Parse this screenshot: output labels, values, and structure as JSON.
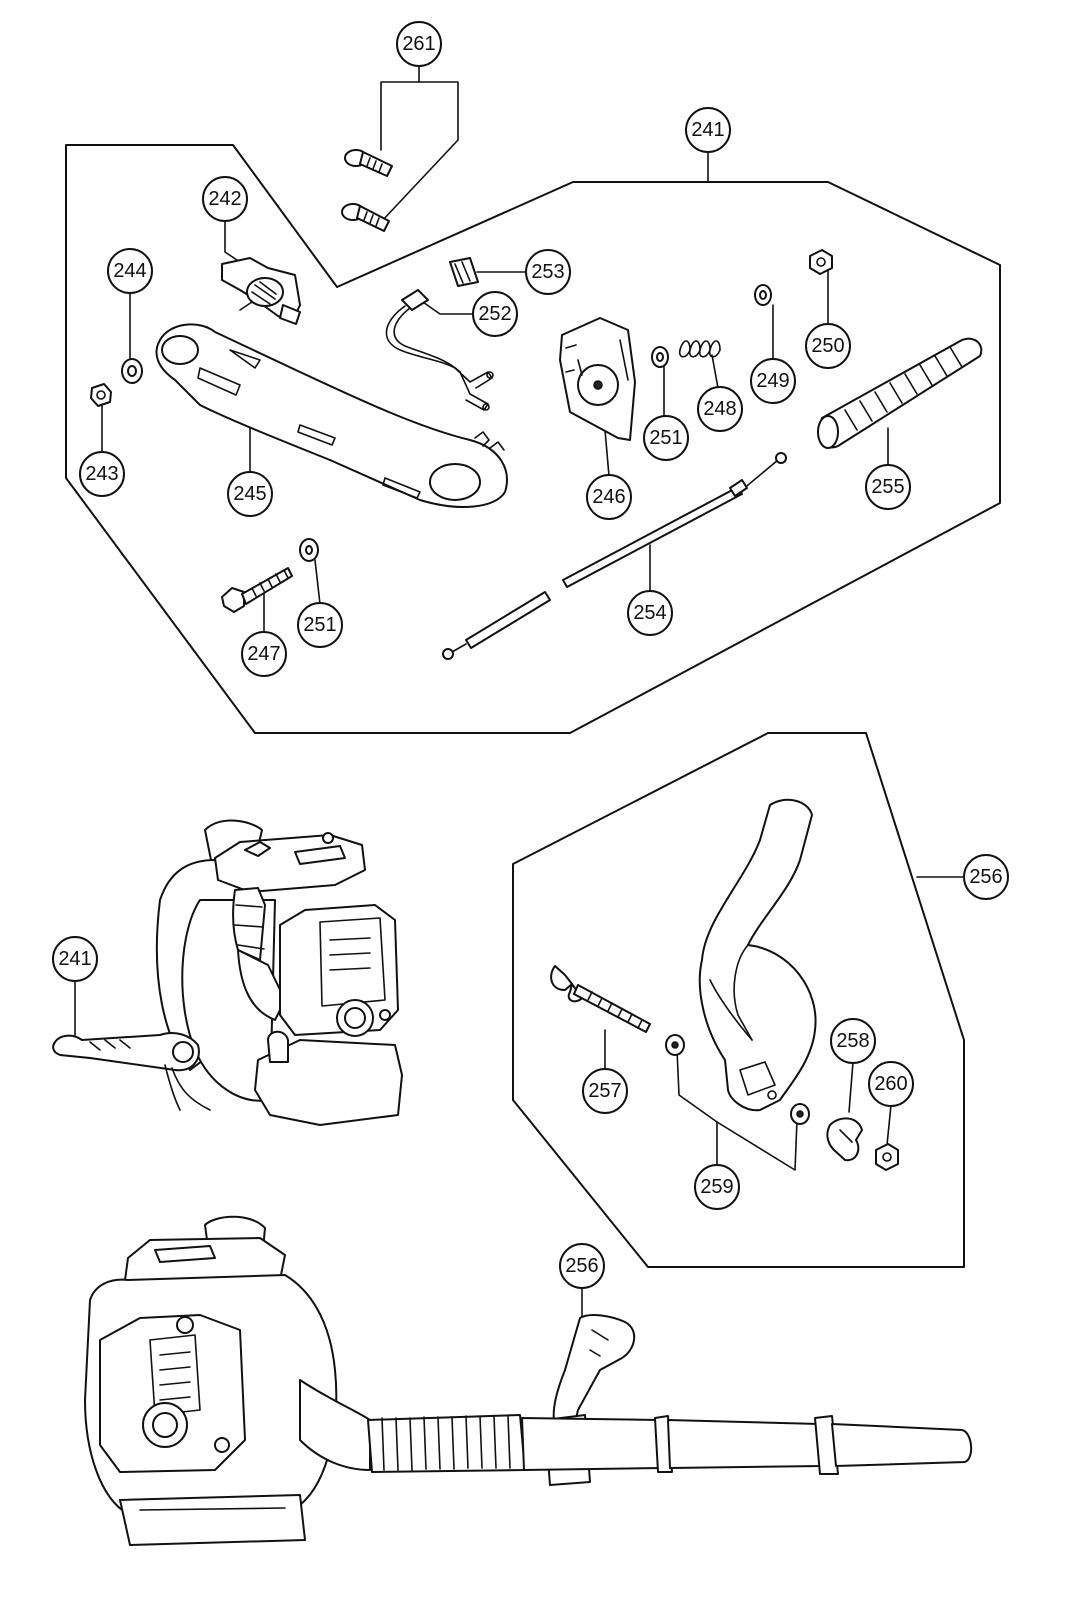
{
  "callouts": [
    {
      "id": "c261",
      "label": "261"
    },
    {
      "id": "c241a",
      "label": "241"
    },
    {
      "id": "c242",
      "label": "242"
    },
    {
      "id": "c244",
      "label": "244"
    },
    {
      "id": "c253",
      "label": "253"
    },
    {
      "id": "c252",
      "label": "252"
    },
    {
      "id": "c250",
      "label": "250"
    },
    {
      "id": "c249",
      "label": "249"
    },
    {
      "id": "c248",
      "label": "248"
    },
    {
      "id": "c251a",
      "label": "251"
    },
    {
      "id": "c243",
      "label": "243"
    },
    {
      "id": "c245",
      "label": "245"
    },
    {
      "id": "c246",
      "label": "246"
    },
    {
      "id": "c255",
      "label": "255"
    },
    {
      "id": "c254",
      "label": "254"
    },
    {
      "id": "c251b",
      "label": "251"
    },
    {
      "id": "c247",
      "label": "247"
    },
    {
      "id": "c256a",
      "label": "256"
    },
    {
      "id": "c241b",
      "label": "241"
    },
    {
      "id": "c258",
      "label": "258"
    },
    {
      "id": "c260",
      "label": "260"
    },
    {
      "id": "c257",
      "label": "257"
    },
    {
      "id": "c259",
      "label": "259"
    },
    {
      "id": "c256b",
      "label": "256"
    }
  ]
}
